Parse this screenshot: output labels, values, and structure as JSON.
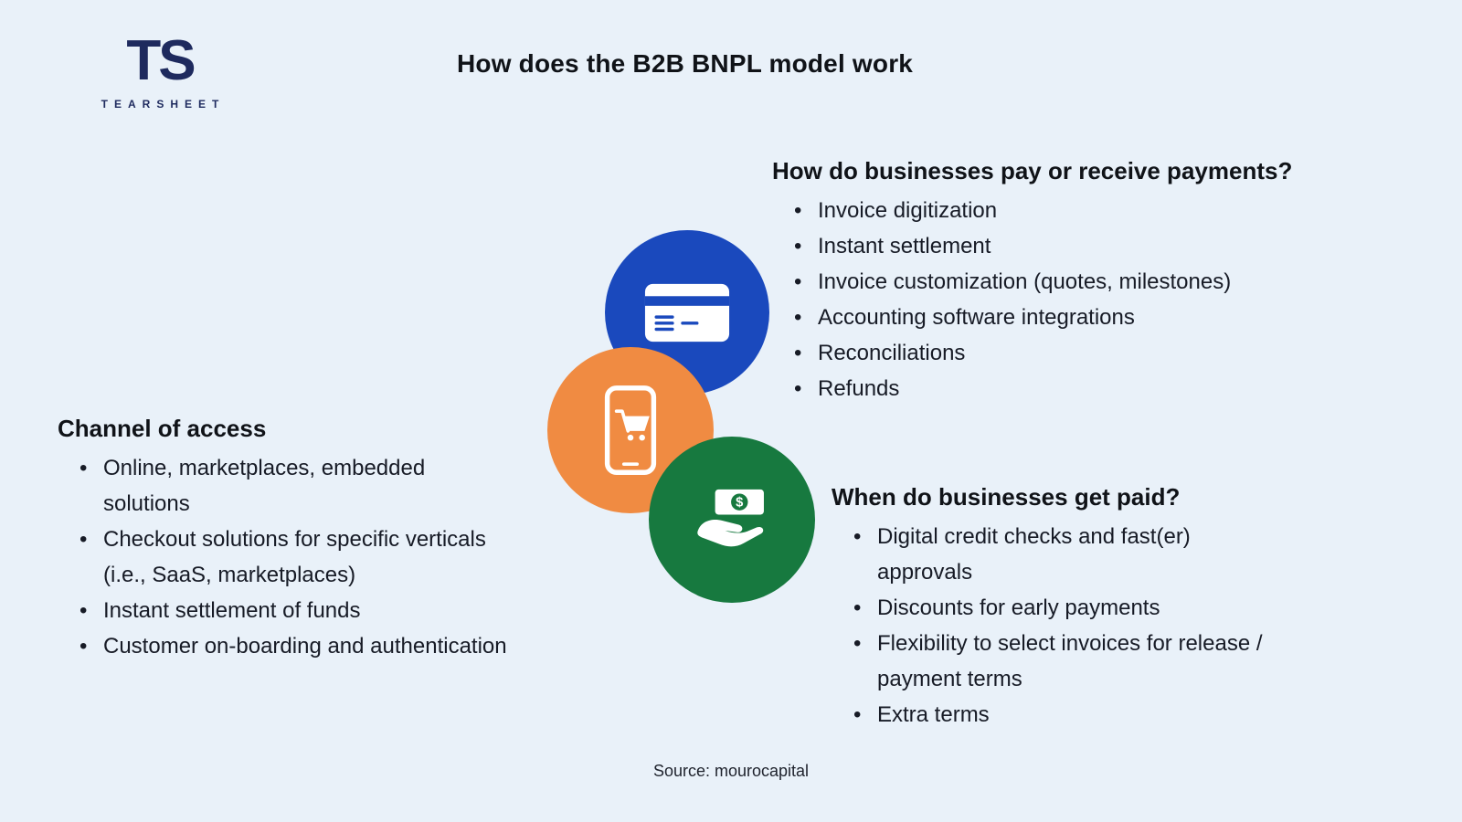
{
  "background": "#e9f1f9",
  "logo": {
    "monogram": "TS",
    "brand": "TEARSHEET",
    "color": "#1e2a5e"
  },
  "title": "How does the B2B BNPL model work",
  "circles": {
    "blue": {
      "color": "#1a49bd",
      "icon": "credit-card-icon"
    },
    "orange": {
      "color": "#f08b42",
      "icon": "mobile-shopping-icon"
    },
    "green": {
      "color": "#17793f",
      "icon": "hand-money-icon",
      "glyph": "$"
    }
  },
  "sections": {
    "payments": {
      "heading": "How do businesses pay or receive payments?",
      "items": [
        "Invoice digitization",
        "Instant settlement",
        "Invoice customization (quotes, milestones)",
        "Accounting software integrations",
        "Reconciliations",
        "Refunds"
      ]
    },
    "channel": {
      "heading": "Channel of access",
      "items": [
        "Online, marketplaces, embedded solutions",
        "Checkout solutions for specific verticals (i.e., SaaS, marketplaces)",
        "Instant settlement of funds",
        "Customer on-boarding and authentication"
      ]
    },
    "paid": {
      "heading": "When do businesses get paid?",
      "items": [
        "Digital credit checks and fast(er) approvals",
        "Discounts for early payments",
        "Flexibility to select invoices for release / payment terms",
        "Extra terms"
      ]
    }
  },
  "source": "Source: mourocapital"
}
